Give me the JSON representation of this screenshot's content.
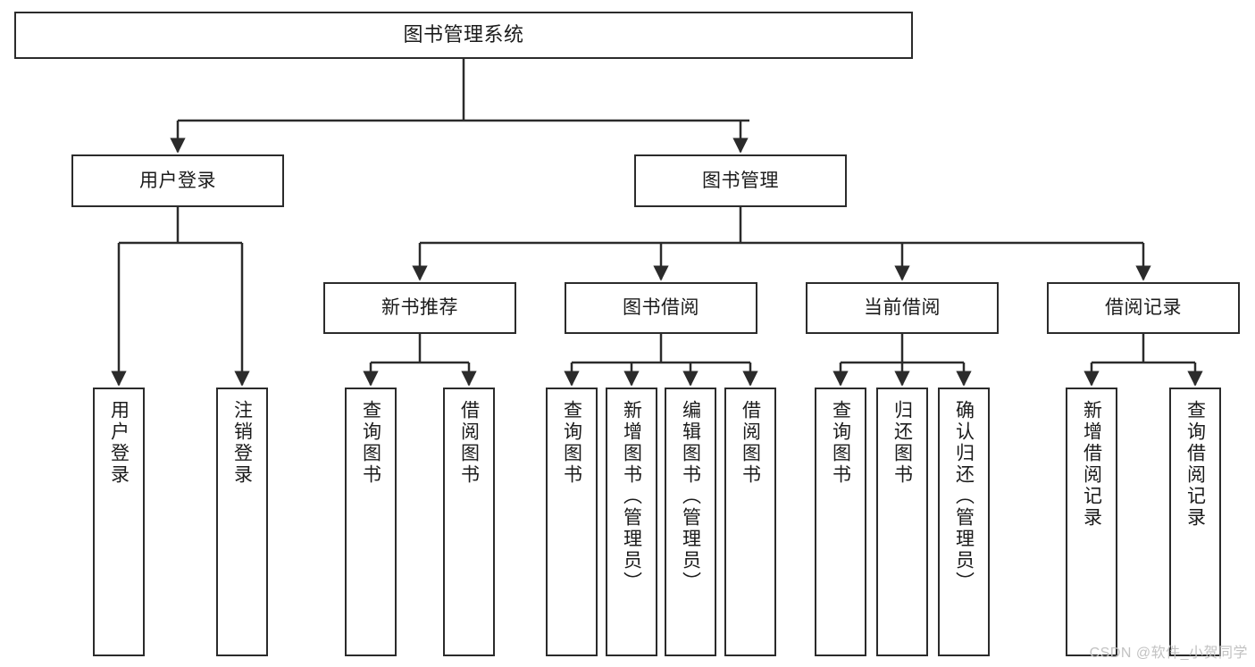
{
  "diagram": {
    "title": "图书管理系统",
    "type": "hierarchy-tree",
    "watermark": "CSDN @软件_小贺同学",
    "colors": {
      "background": "#ffffff",
      "box_border": "#2b2b2b",
      "box_fill": "#ffffff",
      "connector": "#2b2b2b",
      "text": "#1b1b1b",
      "watermark": "#c2c2c2"
    },
    "root": {
      "label": "图书管理系统"
    },
    "level2": [
      {
        "id": "user-login",
        "label": "用户登录"
      },
      {
        "id": "book-manage",
        "label": "图书管理"
      }
    ],
    "level3": [
      {
        "id": "new-book-rec",
        "label": "新书推荐"
      },
      {
        "id": "book-borrow",
        "label": "图书借阅"
      },
      {
        "id": "current-borrow",
        "label": "当前借阅"
      },
      {
        "id": "borrow-record",
        "label": "借阅记录"
      }
    ],
    "leaves": {
      "user-login": [
        {
          "id": "leaf-user-login",
          "label": "用户登录"
        },
        {
          "id": "leaf-logout",
          "label": "注销登录"
        }
      ],
      "new-book-rec": [
        {
          "id": "leaf-query-book-1",
          "label": "查询图书"
        },
        {
          "id": "leaf-borrow-book-1",
          "label": "借阅图书"
        }
      ],
      "book-borrow": [
        {
          "id": "leaf-query-book-2",
          "label": "查询图书"
        },
        {
          "id": "leaf-add-book",
          "label": "新增图书（管理员）"
        },
        {
          "id": "leaf-edit-book",
          "label": "编辑图书（管理员）"
        },
        {
          "id": "leaf-borrow-book-2",
          "label": "借阅图书"
        }
      ],
      "current-borrow": [
        {
          "id": "leaf-query-book-3",
          "label": "查询图书"
        },
        {
          "id": "leaf-return-book",
          "label": "归还图书"
        },
        {
          "id": "leaf-confirm-return",
          "label": "确认归还（管理员）"
        }
      ],
      "borrow-record": [
        {
          "id": "leaf-add-record",
          "label": "新增借阅记录"
        },
        {
          "id": "leaf-query-record",
          "label": "查询借阅记录"
        }
      ]
    }
  }
}
